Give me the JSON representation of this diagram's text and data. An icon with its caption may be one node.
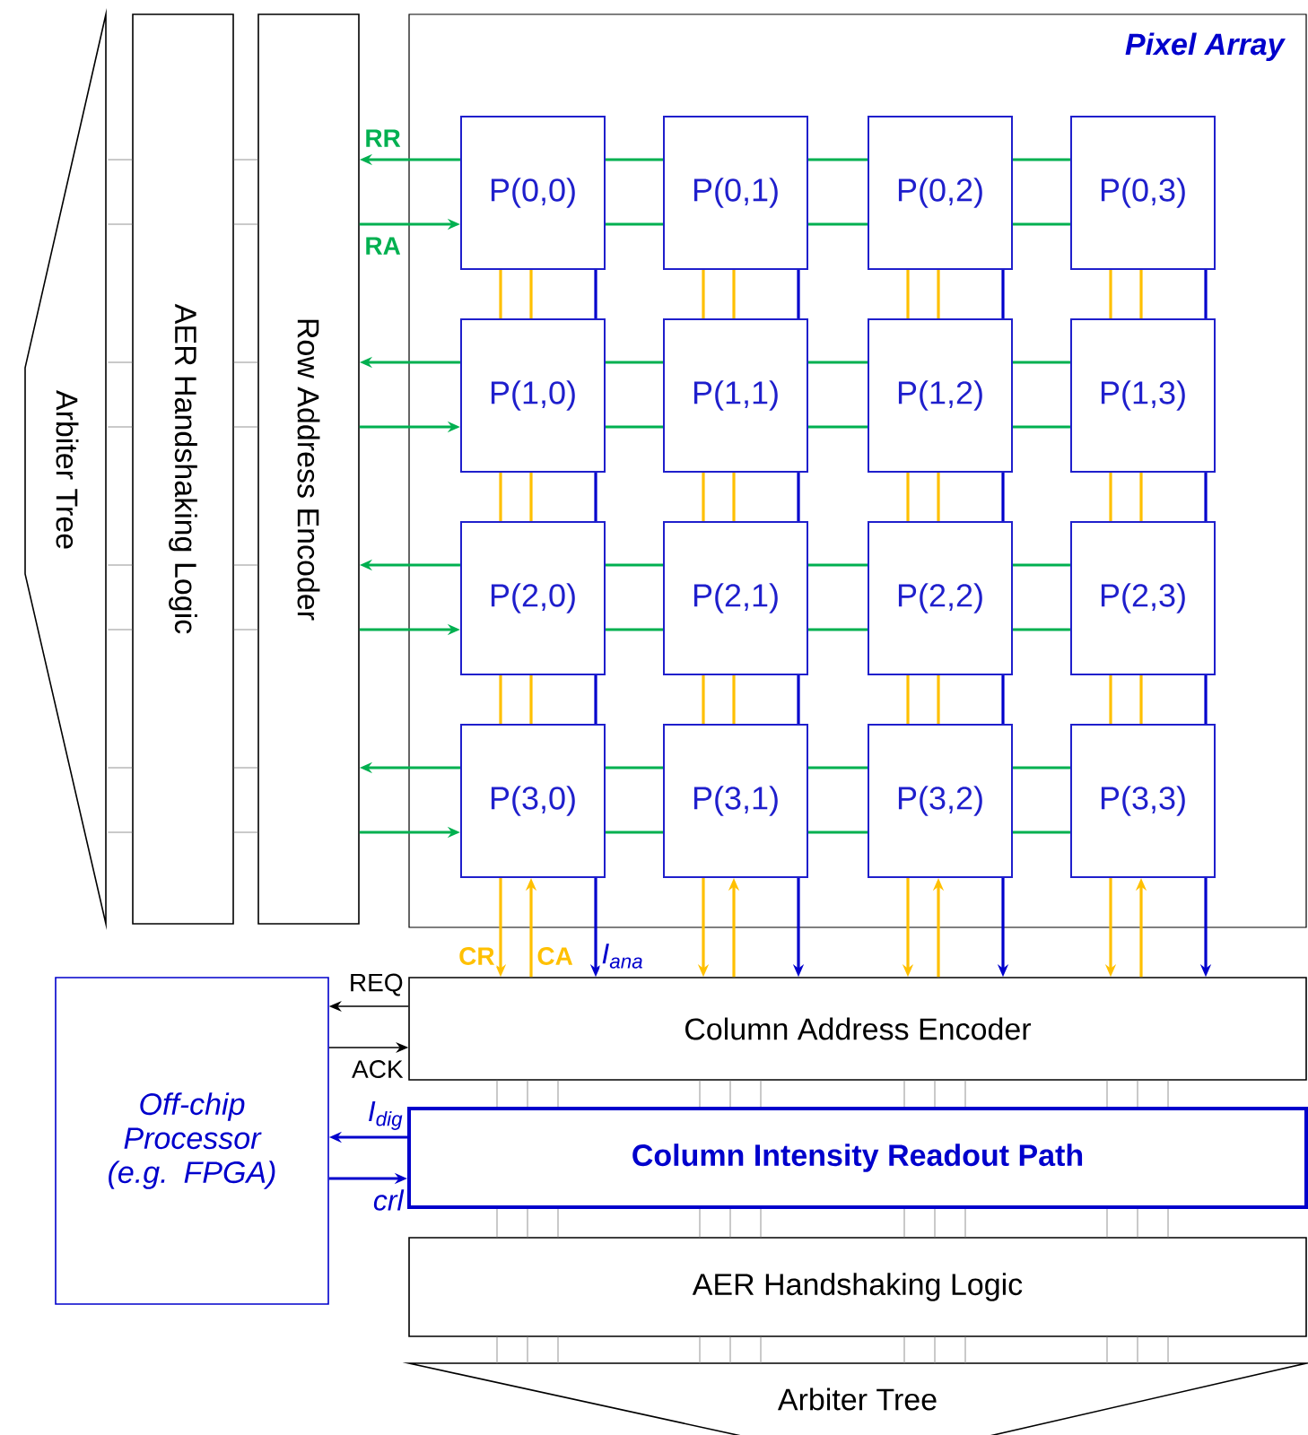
{
  "diagram": {
    "nodes": [
      {
        "text": [
          "Arbiter Tree"
        ]
      },
      {
        "text": [
          "AER Handshaking Logic"
        ]
      },
      {
        "text": [
          "Row Address Encoder"
        ]
      },
      {
        "text": [
          "Pixel Array"
        ]
      },
      {
        "text": [
          "P(0,0)"
        ],
        "in": 3
      },
      {
        "text": [
          "P(0,1)"
        ],
        "in": 3
      },
      {
        "text": [
          "P(0,2)"
        ],
        "in": 3
      },
      {
        "text": [
          "P(0,3)"
        ],
        "in": 3
      },
      {
        "text": [
          "P(1,0)"
        ],
        "in": 3
      },
      {
        "text": [
          "P(1,1)"
        ],
        "in": 3
      },
      {
        "text": [
          "P(1,2)"
        ],
        "in": 3
      },
      {
        "text": [
          "P(1,3)"
        ],
        "in": 3
      },
      {
        "text": [
          "P(2,0)"
        ],
        "in": 3
      },
      {
        "text": [
          "P(2,1)"
        ],
        "in": 3
      },
      {
        "text": [
          "P(2,2)"
        ],
        "in": 3
      },
      {
        "text": [
          "P(2,3)"
        ],
        "in": 3
      },
      {
        "text": [
          "P(3,0)"
        ],
        "in": 3
      },
      {
        "text": [
          "P(3,1)"
        ],
        "in": 3
      },
      {
        "text": [
          "P(3,2)"
        ],
        "in": 3
      },
      {
        "text": [
          "P(3,3)"
        ],
        "in": 3
      },
      {
        "text": [
          "Column Address Encoder"
        ]
      },
      {
        "text": [
          "Off-chip Processor (e.g. FPGA)"
        ]
      },
      {
        "text": [
          "Column Intensity Readout Path"
        ]
      },
      {
        "text": [
          "AER Handshaking Logic"
        ]
      },
      {
        "text": [
          "Arbiter Tree"
        ]
      }
    ],
    "edges": [
      {
        "from": 0,
        "to": 1,
        "arrow": "none"
      },
      {
        "from": 0,
        "to": 1,
        "arrow": "none"
      },
      {
        "from": 0,
        "to": 1,
        "arrow": "none"
      },
      {
        "from": 0,
        "to": 1,
        "arrow": "none"
      },
      {
        "from": 0,
        "to": 1,
        "arrow": "none"
      },
      {
        "from": 0,
        "to": 1,
        "arrow": "none"
      },
      {
        "from": 0,
        "to": 1,
        "arrow": "none"
      },
      {
        "from": 0,
        "to": 1,
        "arrow": "none"
      },
      {
        "from": 1,
        "to": 2,
        "arrow": "none"
      },
      {
        "from": 1,
        "to": 2,
        "arrow": "none"
      },
      {
        "from": 1,
        "to": 2,
        "arrow": "none"
      },
      {
        "from": 1,
        "to": 2,
        "arrow": "none"
      },
      {
        "from": 1,
        "to": 2,
        "arrow": "none"
      },
      {
        "from": 1,
        "to": 2,
        "arrow": "none"
      },
      {
        "from": 1,
        "to": 2,
        "arrow": "none"
      },
      {
        "from": 1,
        "to": 2,
        "arrow": "none"
      },
      {
        "from": 4,
        "to": 2,
        "arrow": "to",
        "color": "#00b050",
        "label": "RR"
      },
      {
        "from": 2,
        "to": 4,
        "arrow": "to",
        "color": "#00b050",
        "label": "RA"
      },
      {
        "from": 8,
        "to": 2,
        "arrow": "to",
        "color": "#00b050"
      },
      {
        "from": 2,
        "to": 8,
        "arrow": "to",
        "color": "#00b050"
      },
      {
        "from": 12,
        "to": 2,
        "arrow": "to",
        "color": "#00b050"
      },
      {
        "from": 2,
        "to": 12,
        "arrow": "to",
        "color": "#00b050"
      },
      {
        "from": 16,
        "to": 2,
        "arrow": "to",
        "color": "#00b050"
      },
      {
        "from": 2,
        "to": 16,
        "arrow": "to",
        "color": "#00b050"
      },
      {
        "from": 4,
        "to": 5,
        "arrow": "none",
        "color": "#00b050"
      },
      {
        "from": 4,
        "to": 5,
        "arrow": "none",
        "color": "#00b050"
      },
      {
        "from": 5,
        "to": 6,
        "arrow": "none",
        "color": "#00b050"
      },
      {
        "from": 5,
        "to": 6,
        "arrow": "none",
        "color": "#00b050"
      },
      {
        "from": 6,
        "to": 7,
        "arrow": "none",
        "color": "#00b050"
      },
      {
        "from": 6,
        "to": 7,
        "arrow": "none",
        "color": "#00b050"
      },
      {
        "from": 8,
        "to": 9,
        "arrow": "none",
        "color": "#00b050"
      },
      {
        "from": 8,
        "to": 9,
        "arrow": "none",
        "color": "#00b050"
      },
      {
        "from": 9,
        "to": 10,
        "arrow": "none",
        "color": "#00b050"
      },
      {
        "from": 9,
        "to": 10,
        "arrow": "none",
        "color": "#00b050"
      },
      {
        "from": 10,
        "to": 11,
        "arrow": "none",
        "color": "#00b050"
      },
      {
        "from": 10,
        "to": 11,
        "arrow": "none",
        "color": "#00b050"
      },
      {
        "from": 12,
        "to": 13,
        "arrow": "none",
        "color": "#00b050"
      },
      {
        "from": 12,
        "to": 13,
        "arrow": "none",
        "color": "#00b050"
      },
      {
        "from": 13,
        "to": 14,
        "arrow": "none",
        "color": "#00b050"
      },
      {
        "from": 13,
        "to": 14,
        "arrow": "none",
        "color": "#00b050"
      },
      {
        "from": 14,
        "to": 15,
        "arrow": "none",
        "color": "#00b050"
      },
      {
        "from": 14,
        "to": 15,
        "arrow": "none",
        "color": "#00b050"
      },
      {
        "from": 16,
        "to": 17,
        "arrow": "none",
        "color": "#00b050"
      },
      {
        "from": 16,
        "to": 17,
        "arrow": "none",
        "color": "#00b050"
      },
      {
        "from": 17,
        "to": 18,
        "arrow": "none",
        "color": "#00b050"
      },
      {
        "from": 17,
        "to": 18,
        "arrow": "none",
        "color": "#00b050"
      },
      {
        "from": 18,
        "to": 19,
        "arrow": "none",
        "color": "#00b050"
      },
      {
        "from": 18,
        "to": 19,
        "arrow": "none",
        "color": "#00b050"
      },
      {
        "from": 4,
        "to": 8,
        "arrow": "none",
        "color": "#ffc000"
      },
      {
        "from": 4,
        "to": 8,
        "arrow": "none",
        "color": "#ffc000"
      },
      {
        "from": 4,
        "to": 8,
        "arrow": "none",
        "color": "#0000cc"
      },
      {
        "from": 5,
        "to": 9,
        "arrow": "none",
        "color": "#ffc000"
      },
      {
        "from": 5,
        "to": 9,
        "arrow": "none",
        "color": "#ffc000"
      },
      {
        "from": 5,
        "to": 9,
        "arrow": "none",
        "color": "#0000cc"
      },
      {
        "from": 6,
        "to": 10,
        "arrow": "none",
        "color": "#ffc000"
      },
      {
        "from": 6,
        "to": 10,
        "arrow": "none",
        "color": "#ffc000"
      },
      {
        "from": 6,
        "to": 10,
        "arrow": "none",
        "color": "#0000cc"
      },
      {
        "from": 7,
        "to": 11,
        "arrow": "none",
        "color": "#ffc000"
      },
      {
        "from": 7,
        "to": 11,
        "arrow": "none",
        "color": "#ffc000"
      },
      {
        "from": 7,
        "to": 11,
        "arrow": "none",
        "color": "#0000cc"
      },
      {
        "from": 8,
        "to": 12,
        "arrow": "none",
        "color": "#ffc000"
      },
      {
        "from": 8,
        "to": 12,
        "arrow": "none",
        "color": "#ffc000"
      },
      {
        "from": 8,
        "to": 12,
        "arrow": "none",
        "color": "#0000cc"
      },
      {
        "from": 9,
        "to": 13,
        "arrow": "none",
        "color": "#ffc000"
      },
      {
        "from": 9,
        "to": 13,
        "arrow": "none",
        "color": "#ffc000"
      },
      {
        "from": 9,
        "to": 13,
        "arrow": "none",
        "color": "#0000cc"
      },
      {
        "from": 10,
        "to": 14,
        "arrow": "none",
        "color": "#ffc000"
      },
      {
        "from": 10,
        "to": 14,
        "arrow": "none",
        "color": "#ffc000"
      },
      {
        "from": 10,
        "to": 14,
        "arrow": "none",
        "color": "#0000cc"
      },
      {
        "from": 11,
        "to": 15,
        "arrow": "none",
        "color": "#ffc000"
      },
      {
        "from": 11,
        "to": 15,
        "arrow": "none",
        "color": "#ffc000"
      },
      {
        "from": 11,
        "to": 15,
        "arrow": "none",
        "color": "#0000cc"
      },
      {
        "from": 12,
        "to": 16,
        "arrow": "none",
        "color": "#ffc000"
      },
      {
        "from": 12,
        "to": 16,
        "arrow": "none",
        "color": "#ffc000"
      },
      {
        "from": 12,
        "to": 16,
        "arrow": "none",
        "color": "#0000cc"
      },
      {
        "from": 13,
        "to": 17,
        "arrow": "none",
        "color": "#ffc000"
      },
      {
        "from": 13,
        "to": 17,
        "arrow": "none",
        "color": "#ffc000"
      },
      {
        "from": 13,
        "to": 17,
        "arrow": "none",
        "color": "#0000cc"
      },
      {
        "from": 14,
        "to": 18,
        "arrow": "none",
        "color": "#ffc000"
      },
      {
        "from": 14,
        "to": 18,
        "arrow": "none",
        "color": "#ffc000"
      },
      {
        "from": 14,
        "to": 18,
        "arrow": "none",
        "color": "#0000cc"
      },
      {
        "from": 15,
        "to": 19,
        "arrow": "none",
        "color": "#ffc000"
      },
      {
        "from": 15,
        "to": 19,
        "arrow": "none",
        "color": "#ffc000"
      },
      {
        "from": 15,
        "to": 19,
        "arrow": "none",
        "color": "#0000cc"
      },
      {
        "from": 16,
        "to": 20,
        "arrow": "to",
        "color": "#ffc000",
        "label": "CR"
      },
      {
        "from": 20,
        "to": 16,
        "arrow": "to",
        "color": "#ffc000",
        "label": "CA"
      },
      {
        "from": 16,
        "to": 20,
        "arrow": "to",
        "color": "#0000cc",
        "label": "I$_{ana}$"
      },
      {
        "from": 17,
        "to": 20,
        "arrow": "to",
        "color": "#ffc000"
      },
      {
        "from": 20,
        "to": 17,
        "arrow": "to",
        "color": "#ffc000"
      },
      {
        "from": 17,
        "to": 20,
        "arrow": "to",
        "color": "#0000cc"
      },
      {
        "from": 18,
        "to": 20,
        "arrow": "to",
        "color": "#ffc000"
      },
      {
        "from": 20,
        "to": 18,
        "arrow": "to",
        "color": "#ffc000"
      },
      {
        "from": 18,
        "to": 20,
        "arrow": "to",
        "color": "#0000cc"
      },
      {
        "from": 19,
        "to": 20,
        "arrow": "to",
        "color": "#ffc000"
      },
      {
        "from": 20,
        "to": 19,
        "arrow": "to",
        "color": "#ffc000"
      },
      {
        "from": 19,
        "to": 20,
        "arrow": "to",
        "color": "#0000cc"
      },
      {
        "from": 20,
        "to": 22,
        "arrow": "none"
      },
      {
        "from": 20,
        "to": 22,
        "arrow": "none"
      },
      {
        "from": 20,
        "to": 22,
        "arrow": "none"
      },
      {
        "from": 20,
        "to": 22,
        "arrow": "none"
      },
      {
        "from": 20,
        "to": 22,
        "arrow": "none"
      },
      {
        "from": 20,
        "to": 22,
        "arrow": "none"
      },
      {
        "from": 20,
        "to": 22,
        "arrow": "none"
      },
      {
        "from": 20,
        "to": 22,
        "arrow": "none"
      },
      {
        "from": 20,
        "to": 22,
        "arrow": "none"
      },
      {
        "from": 20,
        "to": 22,
        "arrow": "none"
      },
      {
        "from": 20,
        "to": 22,
        "arrow": "none"
      },
      {
        "from": 20,
        "to": 22,
        "arrow": "none"
      },
      {
        "from": 22,
        "to": 23,
        "arrow": "none"
      },
      {
        "from": 22,
        "to": 23,
        "arrow": "none"
      },
      {
        "from": 22,
        "to": 23,
        "arrow": "none"
      },
      {
        "from": 22,
        "to": 23,
        "arrow": "none"
      },
      {
        "from": 22,
        "to": 23,
        "arrow": "none"
      },
      {
        "from": 22,
        "to": 23,
        "arrow": "none"
      },
      {
        "from": 22,
        "to": 23,
        "arrow": "none"
      },
      {
        "from": 22,
        "to": 23,
        "arrow": "none"
      },
      {
        "from": 22,
        "to": 23,
        "arrow": "none"
      },
      {
        "from": 22,
        "to": 23,
        "arrow": "none"
      },
      {
        "from": 22,
        "to": 23,
        "arrow": "none"
      },
      {
        "from": 22,
        "to": 23,
        "arrow": "none"
      },
      {
        "from": 23,
        "to": 24,
        "arrow": "none"
      },
      {
        "from": 23,
        "to": 24,
        "arrow": "none"
      },
      {
        "from": 23,
        "to": 24,
        "arrow": "none"
      },
      {
        "from": 23,
        "to": 24,
        "arrow": "none"
      },
      {
        "from": 23,
        "to": 24,
        "arrow": "none"
      },
      {
        "from": 23,
        "to": 24,
        "arrow": "none"
      },
      {
        "from": 23,
        "to": 24,
        "arrow": "none"
      },
      {
        "from": 23,
        "to": 24,
        "arrow": "none"
      },
      {
        "from": 23,
        "to": 24,
        "arrow": "none"
      },
      {
        "from": 23,
        "to": 24,
        "arrow": "none"
      },
      {
        "from": 23,
        "to": 24,
        "arrow": "none"
      },
      {
        "from": 23,
        "to": 24,
        "arrow": "none"
      },
      {
        "from": 20,
        "to": 21,
        "arrow": "to",
        "color": "#000000",
        "label": "REQ"
      },
      {
        "from": 21,
        "to": 20,
        "arrow": "to",
        "color": "#000000",
        "label": "ACK"
      },
      {
        "from": 22,
        "to": 21,
        "arrow": "to",
        "color": "#0000cc",
        "label": "I$_{dig}$"
      },
      {
        "from": 21,
        "to": 22,
        "arrow": "to",
        "color": "#0000cc",
        "label": "crl"
      }
    ]
  }
}
